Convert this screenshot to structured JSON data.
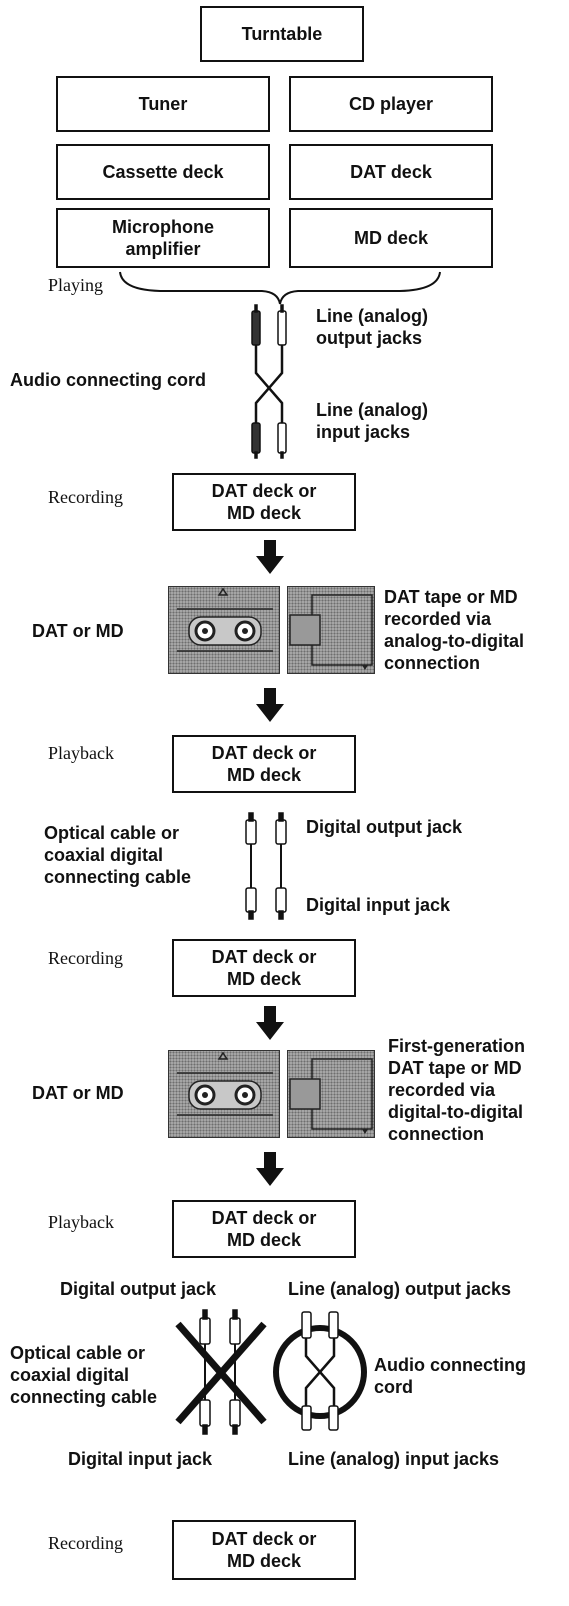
{
  "sources": {
    "turntable": "Turntable",
    "tuner": "Tuner",
    "cd_player": "CD player",
    "cassette_deck": "Cassette deck",
    "dat_deck": "DAT deck",
    "mic_amp_1": "Microphone",
    "mic_amp_2": "amplifier",
    "md_deck": "MD deck"
  },
  "step1": {
    "playing": "Playing",
    "out_jacks_1": "Line (analog)",
    "out_jacks_2": "output jacks",
    "cord": "Audio connecting cord",
    "in_jacks_1": "Line (analog)",
    "in_jacks_2": "input jacks",
    "recording": "Recording",
    "deck_1": "DAT deck or",
    "deck_2": "MD deck"
  },
  "media1": {
    "label": "DAT or MD",
    "desc_1": "DAT tape or MD",
    "desc_2": "recorded via",
    "desc_3": "analog-to-digital",
    "desc_4": "connection"
  },
  "step2": {
    "playback": "Playback",
    "deck_1": "DAT deck or",
    "deck_2": "MD deck",
    "cable_1": "Optical cable or",
    "cable_2": "coaxial digital",
    "cable_3": "connecting cable",
    "out_jack": "Digital output jack",
    "in_jack": "Digital input jack",
    "recording": "Recording",
    "rec_deck_1": "DAT deck or",
    "rec_deck_2": "MD deck"
  },
  "media2": {
    "label": "DAT or MD",
    "desc_1": "First-generation",
    "desc_2": "DAT tape or MD",
    "desc_3": "recorded via",
    "desc_4": "digital-to-digital",
    "desc_5": "connection"
  },
  "step3": {
    "playback": "Playback",
    "deck_1": "DAT deck or",
    "deck_2": "MD deck",
    "digital_out": "Digital output jack",
    "analog_out": "Line (analog) output jacks",
    "cable_1": "Optical cable or",
    "cable_2": "coaxial digital",
    "cable_3": "connecting cable",
    "cord_1": "Audio connecting",
    "cord_2": "cord",
    "digital_in": "Digital input jack",
    "analog_in": "Line (analog) input jacks",
    "recording": "Recording",
    "rec_deck_1": "DAT deck or",
    "rec_deck_2": "MD deck"
  }
}
